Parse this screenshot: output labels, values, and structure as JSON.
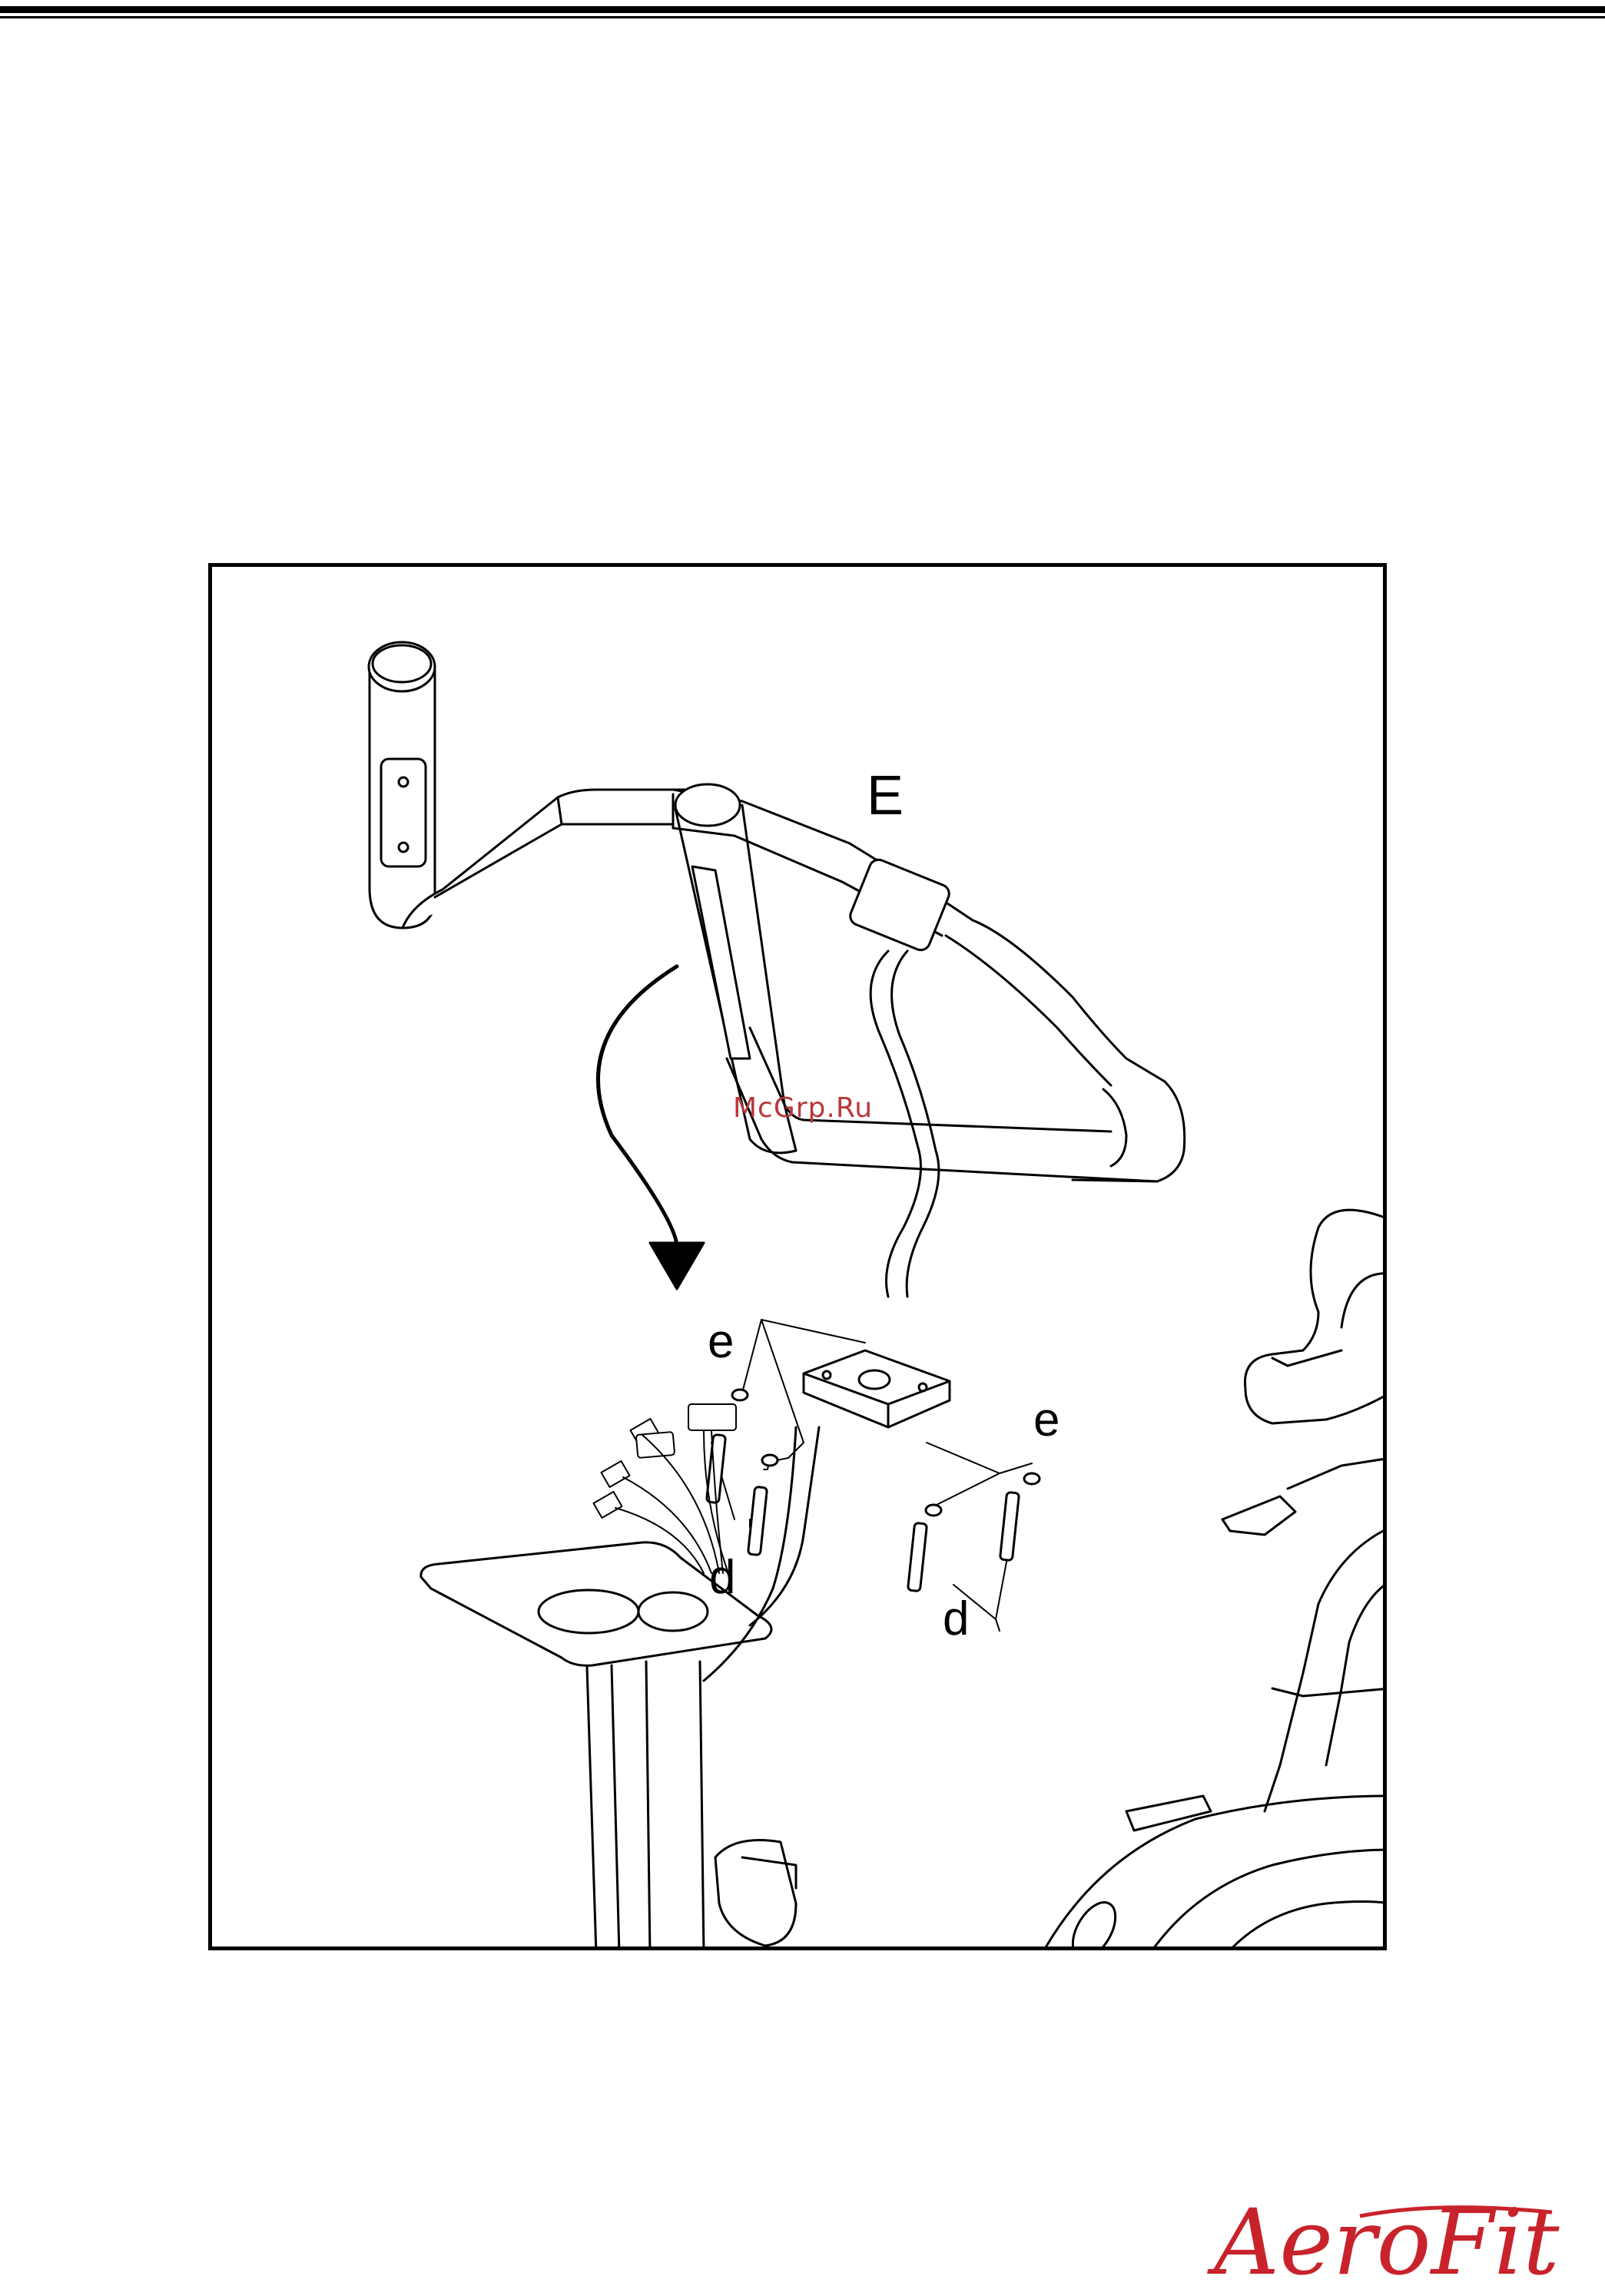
{
  "figure": {
    "part_labels": {
      "handlebar": "E",
      "washer_left": "e",
      "washer_right": "e",
      "bolt_left": "d",
      "bolt_right": "d"
    },
    "watermark": "McGrp.Ru"
  },
  "footer": {
    "brand_logo": "AeroFit",
    "brand_color": "#c8232b"
  }
}
